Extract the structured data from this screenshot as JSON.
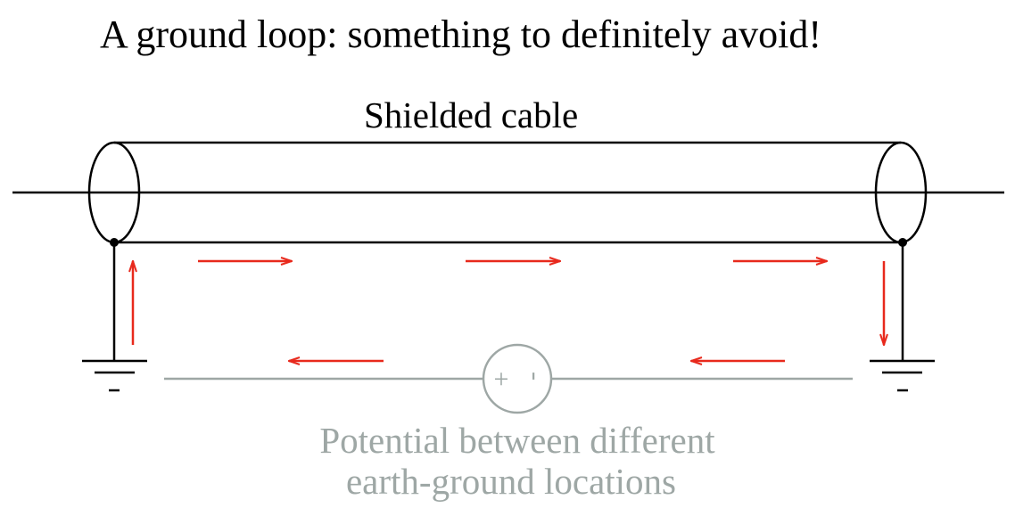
{
  "title": "A ground loop: something to definitely avoid!",
  "cable_label": "Shielded cable",
  "source": {
    "plus": "+",
    "minus": "-"
  },
  "potential_label": {
    "line1": "Potential between different",
    "line2": "earth-ground locations"
  },
  "colors": {
    "wire": "#000000",
    "current_arrow": "#e8291c",
    "earth_potential": "#9ea7a5"
  }
}
